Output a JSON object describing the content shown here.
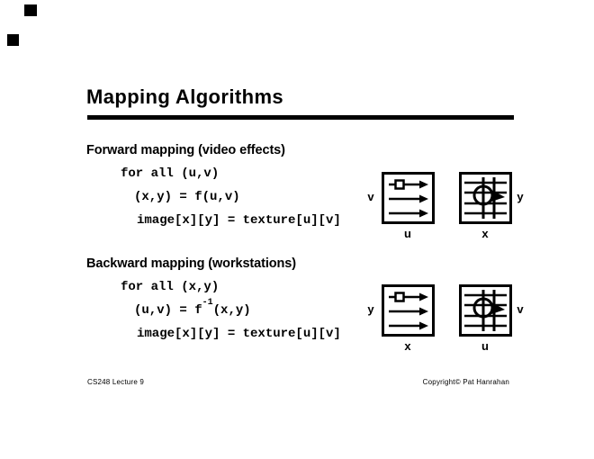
{
  "title": "Mapping Algorithms",
  "colors": {
    "ink": "#000000",
    "background": "#ffffff"
  },
  "sections": [
    {
      "heading": "Forward mapping (video effects)",
      "code": [
        {
          "pre": "for all (u,v)",
          "sup": "",
          "post": ""
        },
        {
          "pre": "(x,y) = f(u,v)",
          "sup": "",
          "post": ""
        },
        {
          "pre": "image[x][y] = texture[u][v]",
          "sup": "",
          "post": ""
        }
      ],
      "scan_box": {
        "side_label": "v",
        "bottom_label": "u"
      },
      "warp_box": {
        "side_label": "y",
        "bottom_label": "x"
      }
    },
    {
      "heading": "Backward mapping (workstations)",
      "code": [
        {
          "pre": "for all (x,y)",
          "sup": "",
          "post": ""
        },
        {
          "pre": "(u,v) = f",
          "sup": "-1",
          "post": "(x,y)"
        },
        {
          "pre": "image[x][y] = texture[u][v]",
          "sup": "",
          "post": ""
        }
      ],
      "scan_box": {
        "side_label": "y",
        "bottom_label": "x"
      },
      "warp_box": {
        "side_label": "v",
        "bottom_label": "u"
      }
    }
  ],
  "footer": {
    "left": "CS248 Lecture 9",
    "right": "Copyright© Pat Hanrahan"
  }
}
